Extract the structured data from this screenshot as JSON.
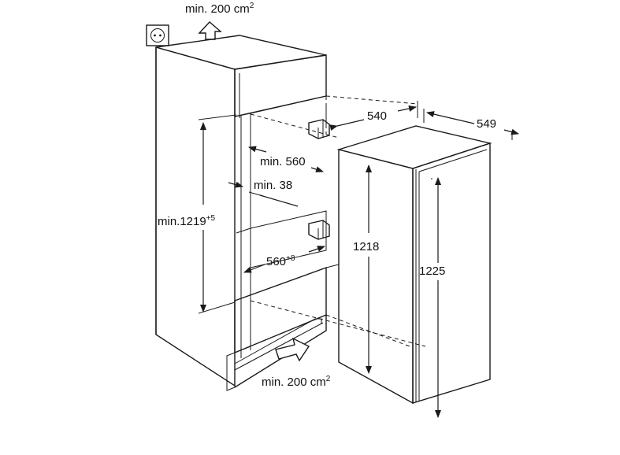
{
  "diagram": {
    "labels": {
      "vent_top_value": "min. 200 cm",
      "vent_top_sup": "2",
      "vent_bottom_value": "min. 200 cm",
      "vent_bottom_sup": "2",
      "width_540": "540",
      "depth_549": "549",
      "min_560": "min. 560",
      "min_38": "min. 38",
      "min_1219": "min.1219",
      "min_1219_sup": "+5",
      "w_560": "560",
      "w_560_sup": "+8",
      "h_1218": "1218",
      "h_1225": "1225"
    },
    "icons": {
      "socket": "power-socket-icon",
      "arrow_up": "airflow-up-arrow-icon",
      "arrow_in": "airflow-in-arrow-icon",
      "hinge": "hinge-icon"
    }
  }
}
